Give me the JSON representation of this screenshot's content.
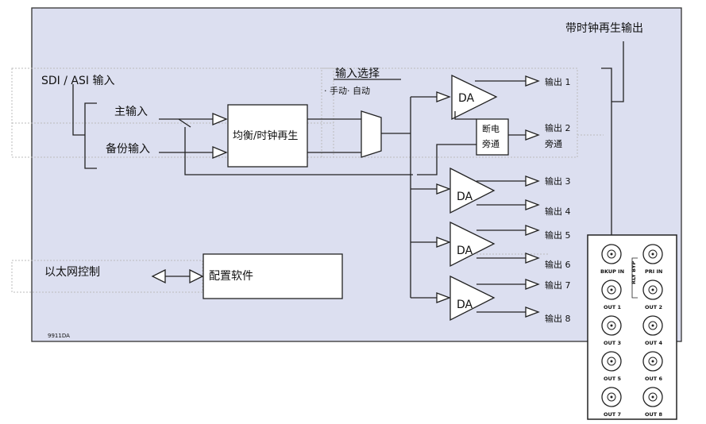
{
  "title": "带时钟再生输出",
  "input_label": "SDI / ASI 输入",
  "primary_input": "主输入",
  "backup_input": "备份输入",
  "eq_block": "均衡/时钟再生",
  "input_select": "输入选择",
  "select_modes": "· 手动· 自动",
  "bypass_block": [
    "断电",
    "旁通"
  ],
  "da_label": "DA",
  "outputs": [
    "输出 1",
    "输出 2",
    "输出 3",
    "输出 4",
    "输出 5",
    "输出 6",
    "输出 7",
    "输出 8"
  ],
  "bypass_label": "旁通",
  "ethernet_label": "以太网控制",
  "config_software": "配置软件",
  "model": "9911DA",
  "rear_panel": {
    "connectors": [
      "BKUP IN",
      "PRI IN",
      "OUT 1",
      "OUT 2",
      "OUT 3",
      "OUT 4",
      "OUT 5",
      "OUT 6",
      "OUT 7",
      "OUT 8"
    ],
    "relay_label": "RLY BYP"
  }
}
